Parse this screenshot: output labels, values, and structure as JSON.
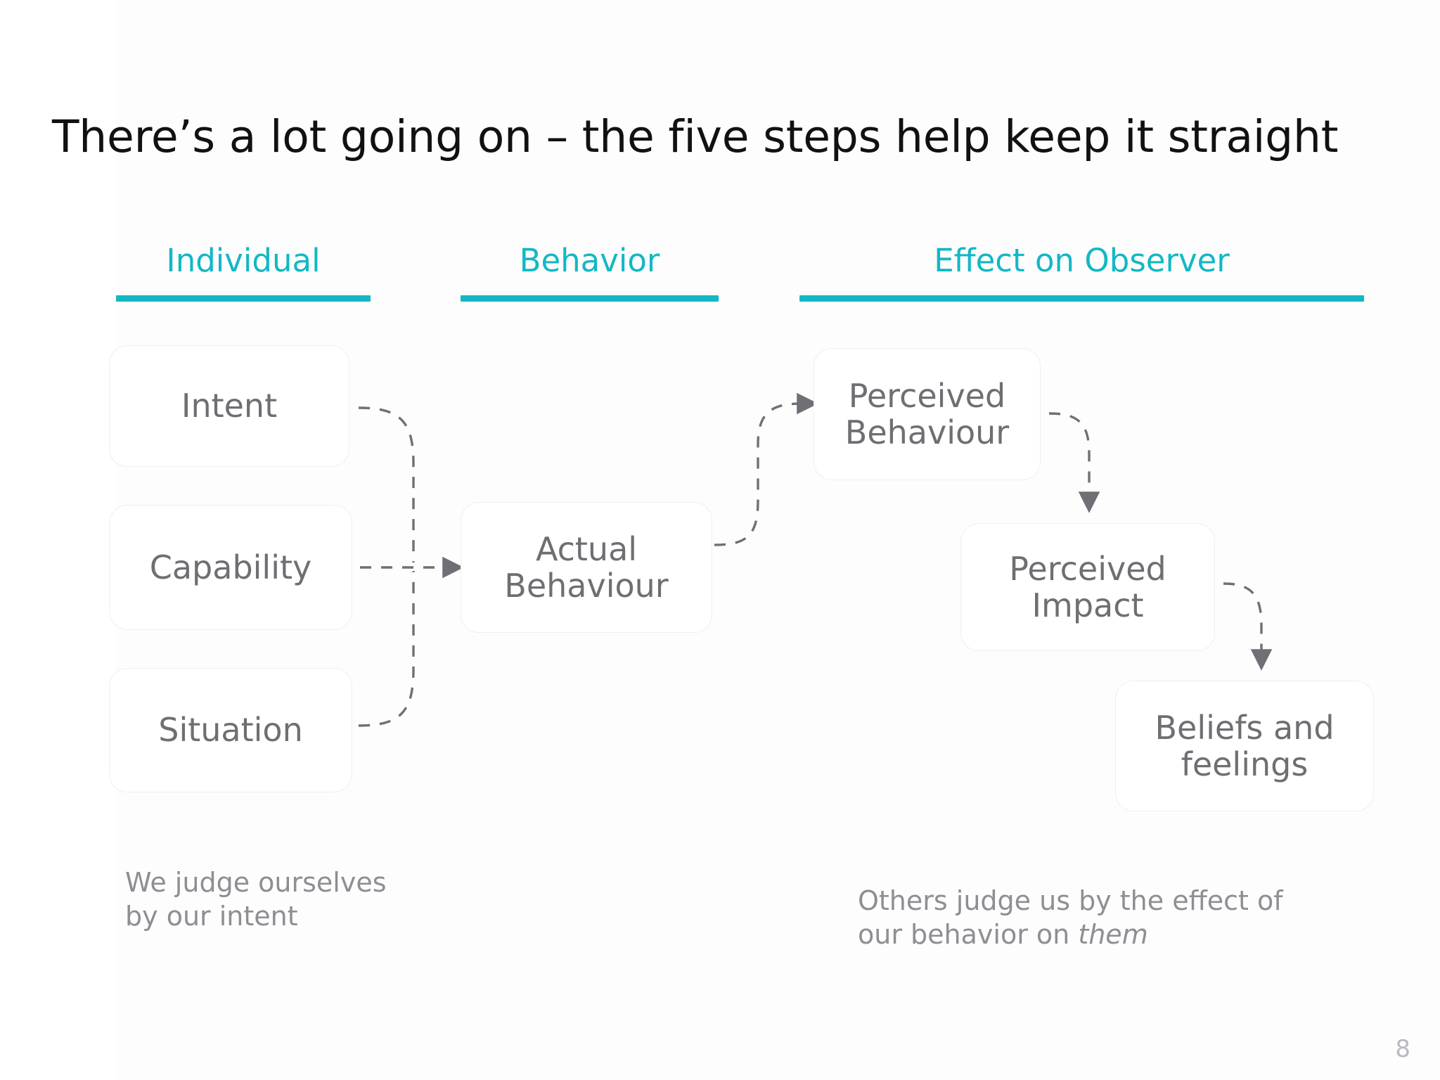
{
  "slide": {
    "title": "There’s a lot going on – the five steps help keep it straight",
    "page_number": "8"
  },
  "accent_color": "#12b8c4",
  "box_text_color": "#6e6e73",
  "caption_color": "#8e8e93",
  "columns": [
    {
      "id": "individual",
      "label": "Individual"
    },
    {
      "id": "behavior",
      "label": "Behavior"
    },
    {
      "id": "observer",
      "label": "Effect on Observer"
    }
  ],
  "nodes": [
    {
      "id": "intent",
      "label": "Intent",
      "column": "individual"
    },
    {
      "id": "capability",
      "label": "Capability",
      "column": "individual"
    },
    {
      "id": "situation",
      "label": "Situation",
      "column": "individual"
    },
    {
      "id": "actual",
      "line1": "Actual",
      "line2": "Behaviour",
      "column": "behavior"
    },
    {
      "id": "perceived_behaviour",
      "line1": "Perceived",
      "line2": "Behaviour",
      "column": "observer"
    },
    {
      "id": "perceived_impact",
      "line1": "Perceived",
      "line2": "Impact",
      "column": "observer"
    },
    {
      "id": "beliefs",
      "line1": "Beliefs and",
      "line2": "feelings",
      "column": "observer"
    }
  ],
  "edges": [
    {
      "from": "intent",
      "to": "actual",
      "style": "dashed",
      "arrowhead": false
    },
    {
      "from": "capability",
      "to": "actual",
      "style": "dashed",
      "arrowhead": true
    },
    {
      "from": "situation",
      "to": "actual",
      "style": "dashed",
      "arrowhead": false
    },
    {
      "from": "actual",
      "to": "perceived_behaviour",
      "style": "dashed",
      "arrowhead": true
    },
    {
      "from": "perceived_behaviour",
      "to": "perceived_impact",
      "style": "dashed",
      "arrowhead": true
    },
    {
      "from": "perceived_impact",
      "to": "beliefs",
      "style": "dashed",
      "arrowhead": true
    }
  ],
  "captions": {
    "left": "We judge ourselves\nby our intent",
    "right_part1": "Others judge us by the effect of\nour behavior on ",
    "right_italic": "them"
  }
}
